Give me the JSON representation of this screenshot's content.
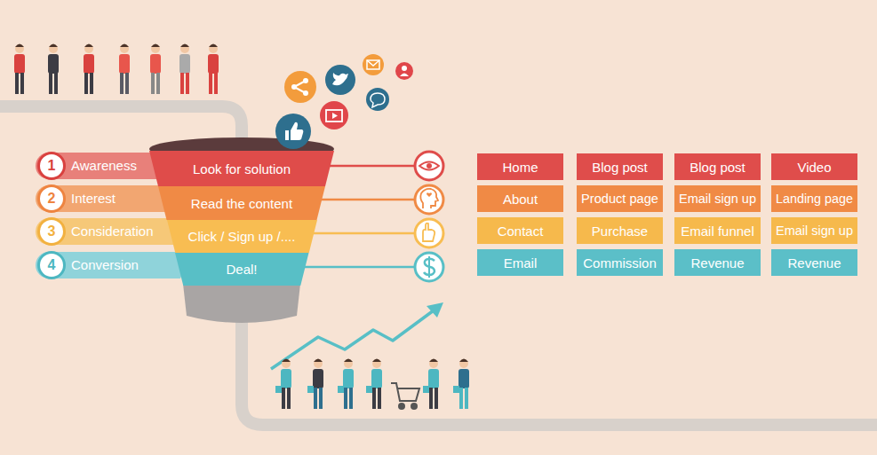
{
  "diagram": {
    "nodes": [
      {
        "text": [
          "1",
          "Awareness"
        ]
      },
      {
        "text": [
          "2",
          "Interest"
        ]
      },
      {
        "text": [
          "3",
          "Consideration"
        ]
      },
      {
        "text": [
          "4",
          "Conversion"
        ]
      },
      {
        "text": [
          "Look for solution"
        ]
      },
      {
        "text": [
          "Read the content"
        ]
      },
      {
        "text": [
          "Click / Sign up /...."
        ]
      },
      {
        "text": [
          "Deal!"
        ]
      },
      {
        "text": [
          "Home"
        ]
      },
      {
        "text": [
          "Blog post"
        ]
      },
      {
        "text": [
          "Blog post"
        ]
      },
      {
        "text": [
          "Video"
        ]
      },
      {
        "text": [
          "About"
        ]
      },
      {
        "text": [
          "Product page"
        ]
      },
      {
        "text": [
          "Email sign up"
        ]
      },
      {
        "text": [
          "Landing page"
        ]
      },
      {
        "text": [
          "Contact"
        ]
      },
      {
        "text": [
          "Purchase"
        ]
      },
      {
        "text": [
          "Email funnel"
        ]
      },
      {
        "text": [
          "Email sign up"
        ]
      },
      {
        "text": [
          "Email"
        ]
      },
      {
        "text": [
          "Commission"
        ]
      },
      {
        "text": [
          "Revenue"
        ]
      },
      {
        "text": [
          "Revenue"
        ]
      }
    ]
  }
}
